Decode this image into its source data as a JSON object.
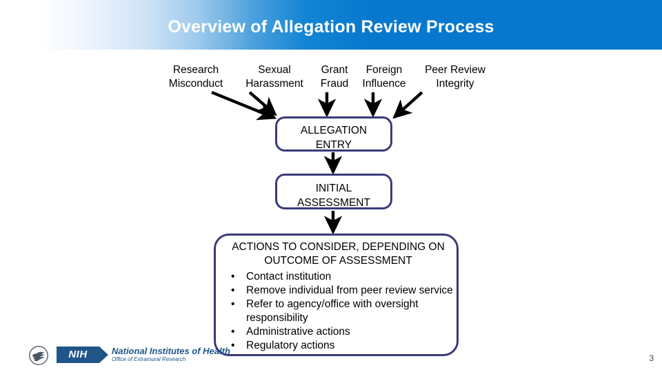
{
  "slide": {
    "title": "Overview of Allegation Review Process",
    "page_number": "3",
    "colors": {
      "header_blue": "#0878ce",
      "box_border": "#393a7a",
      "arrow": "#000000",
      "nih_blue": "#20558a",
      "title_text": "#ffffff"
    }
  },
  "sources": [
    {
      "line1": "Research",
      "line2": "Misconduct",
      "full": "Research\nMisconduct"
    },
    {
      "line1": "Sexual",
      "line2": "Harassment",
      "full": "Sexual\nHarassment"
    },
    {
      "line1": "Grant",
      "line2": "Fraud",
      "full": "Grant\nFraud"
    },
    {
      "line1": "Foreign",
      "line2": "Influence",
      "full": "Foreign\nInfluence"
    },
    {
      "line1": "Peer Review",
      "line2": "Integrity",
      "full": "Peer Review\nIntegrity"
    }
  ],
  "flow": {
    "box_entry": {
      "label": "ALLEGATION\nENTRY"
    },
    "box_initial": {
      "label": "INITIAL\nASSESSMENT"
    },
    "box_actions": {
      "heading": "ACTIONS TO CONSIDER, DEPENDING ON OUTCOME OF ASSESSMENT",
      "bullet_glyph": "•",
      "items": [
        "Contact institution",
        "Remove individual from peer review service",
        "Refer to agency/office with oversight responsibility",
        "Administrative actions",
        "Regulatory actions"
      ]
    }
  },
  "footer": {
    "nih_mark": "NIH",
    "organization": "National Institutes of Health",
    "office": "Office of Extramural Research"
  }
}
